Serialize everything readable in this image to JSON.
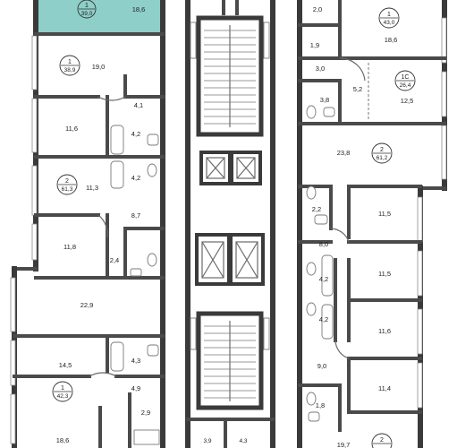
{
  "highlight_color": "#8ecfc9",
  "wall_color": "#4a4a4a",
  "apartments": [
    {
      "id": "a1",
      "rooms": "1",
      "area": "39,0"
    },
    {
      "id": "a2",
      "rooms": "1",
      "area": "38,9"
    },
    {
      "id": "a3",
      "rooms": "2",
      "area": "61,3"
    },
    {
      "id": "a4",
      "rooms": "1",
      "area": "42,3"
    },
    {
      "id": "a5",
      "rooms": "1",
      "area": "43,0"
    },
    {
      "id": "a6",
      "rooms": "1С",
      "area": "26,4"
    },
    {
      "id": "a7",
      "rooms": "2",
      "area": "61,2"
    },
    {
      "id": "a8",
      "rooms": "2",
      "area": ""
    }
  ],
  "room_areas": {
    "l1": "18,6",
    "l2": "19,0",
    "l3": "4,1",
    "l4": "11,6",
    "l5": "4,2",
    "l6": "4,2",
    "l7": "11,3",
    "l8": "8,7",
    "l9": "11,8",
    "l10": "2,4",
    "l11": "22,9",
    "l12": "14,5",
    "l13": "4,3",
    "l14": "4,9",
    "l15": "18,6",
    "l16": "2,9",
    "l17": "3,9",
    "l18": "4,3",
    "r1": "2,0",
    "r2": "18,6",
    "r3": "1,9",
    "r4": "3,0",
    "r5": "5,2",
    "r6": "3,8",
    "r7": "12,5",
    "r8": "23,8",
    "r9": "2,2",
    "r10": "11,5",
    "r11": "8,0",
    "r12": "11,5",
    "r13": "4,2",
    "r14": "4,2",
    "r15": "11,6",
    "r16": "9,0",
    "r17": "11,4",
    "r18": "1,8",
    "r19": "19,7"
  },
  "icons": {
    "elevator": "elevator-icon",
    "stair": "staircase-icon",
    "toilet": "toilet-icon",
    "bathtub": "bathtub-icon",
    "sink": "sink-icon",
    "shower": "shower-icon"
  }
}
